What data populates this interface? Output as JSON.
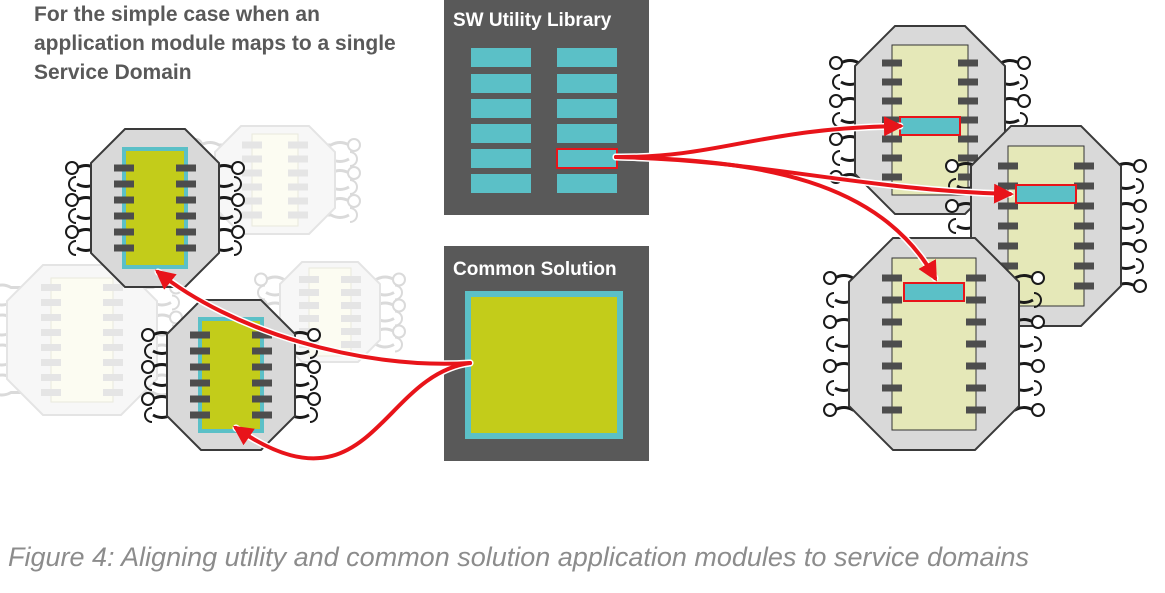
{
  "intro_text": "For the simple case when an application module maps to a single Service Domain",
  "boxes": {
    "utility_library": {
      "title": "SW Utility Library"
    },
    "common_solution": {
      "title": "Common Solution"
    }
  },
  "caption": "Figure 4: Aligning utility and common solution application modules to service domains",
  "colors": {
    "dark_panel": "#595959",
    "teal_block": "#5bc0c7",
    "olive_core": "#c3cc1a",
    "pale_core": "#e5e8b8",
    "arrow_red": "#e8141a",
    "octagon_fill": "#d9d9d9",
    "faded_fill": "#f2f2f2"
  }
}
